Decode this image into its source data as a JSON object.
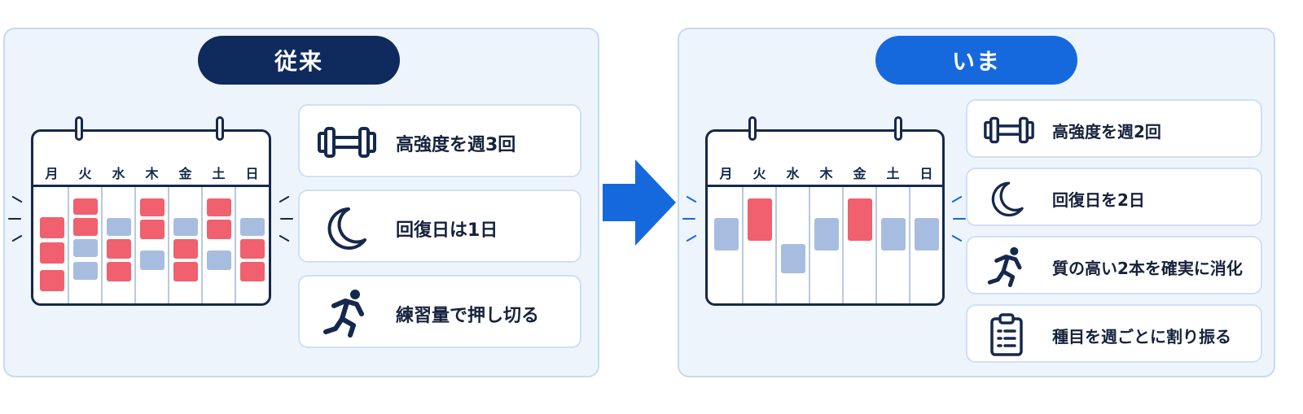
{
  "before": {
    "title": "従来",
    "days": [
      "月",
      "火",
      "水",
      "木",
      "金",
      "土",
      "日"
    ],
    "items": [
      {
        "icon": "dumbbell-icon",
        "text": "高強度を週3回"
      },
      {
        "icon": "moon-icon",
        "text": "回復日は1日"
      },
      {
        "icon": "runner-icon",
        "text": "練習量で押し切る"
      }
    ]
  },
  "after": {
    "title": "いま",
    "days": [
      "月",
      "火",
      "水",
      "木",
      "金",
      "土",
      "日"
    ],
    "items": [
      {
        "icon": "dumbbell-icon",
        "text": "高強度を週2回"
      },
      {
        "icon": "moon-icon",
        "text": "回復日を2日"
      },
      {
        "icon": "runner-icon",
        "text": "質の高い2本を確実に消化"
      },
      {
        "icon": "clipboard-checklist-icon",
        "text": "種目を週ごとに割り振る"
      }
    ]
  },
  "colors": {
    "navy": "#0f2a5c",
    "blue": "#1669dc",
    "high_intensity": "#f0606e",
    "easy": "#a7bde0",
    "panel_bg": "#eef4fc"
  }
}
